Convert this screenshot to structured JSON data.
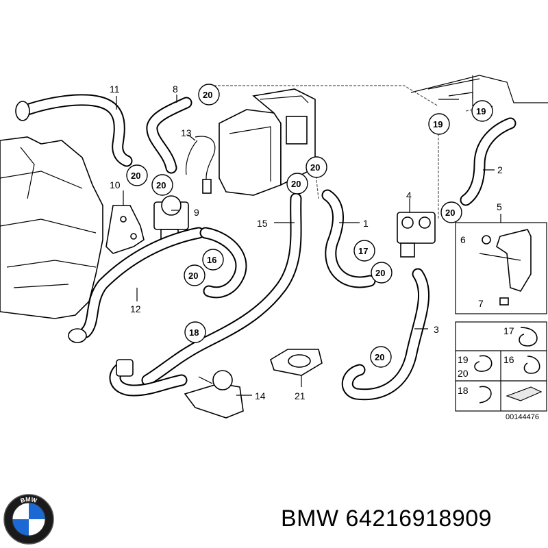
{
  "diagram": {
    "part_labels": [
      "1",
      "2",
      "3",
      "4",
      "5",
      "6",
      "7",
      "8",
      "9",
      "10",
      "11",
      "12",
      "13",
      "14",
      "15",
      "21"
    ],
    "circled_labels": [
      "20",
      "20",
      "20",
      "20",
      "20",
      "20",
      "20",
      "20",
      "20",
      "16",
      "17",
      "18",
      "19",
      "19"
    ],
    "legend": {
      "items": [
        "17",
        "19",
        "20",
        "16",
        "18"
      ]
    },
    "reference_code": "00144476"
  },
  "footer": {
    "brand": "BMW",
    "part_number": "64216918909",
    "title": "BMW 64216918909"
  },
  "logo": {
    "icon": "bmw-logo",
    "letters": "BMW",
    "colors": {
      "blue": "#1c69d4",
      "ring": "#000000",
      "white": "#ffffff"
    }
  }
}
